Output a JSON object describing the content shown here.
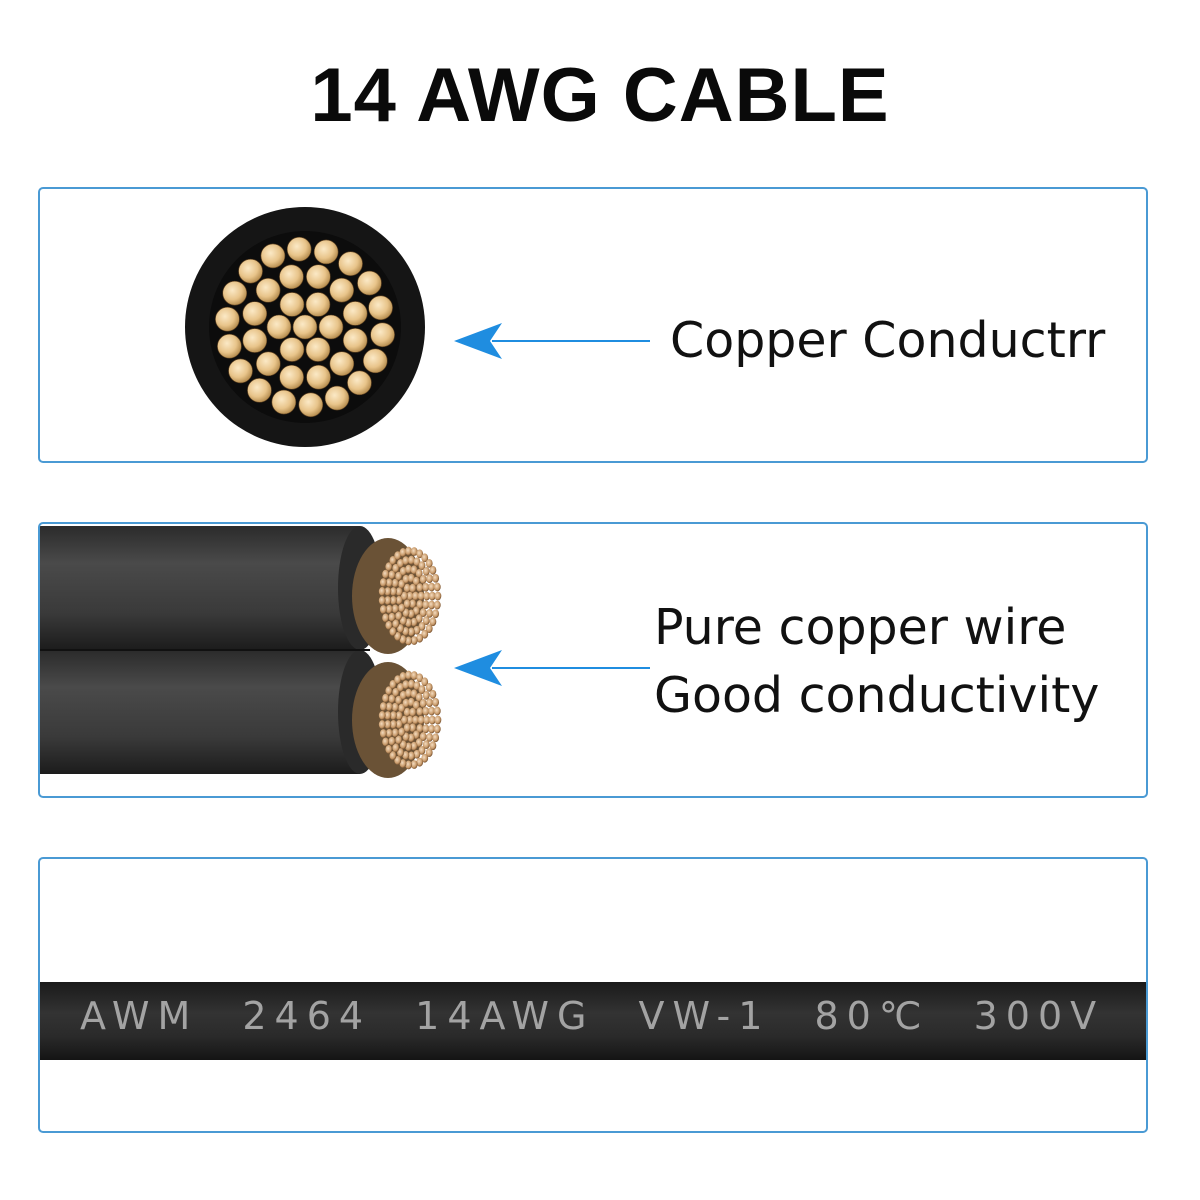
{
  "title": "14 AWG CABLE",
  "panels": [
    {
      "label_lines": [
        "Copper Conductrr"
      ]
    },
    {
      "label_lines": [
        "Pure copper wire",
        "Good conductivity"
      ]
    },
    {
      "print_text": "AWM 2464 14AWG VW-1 80℃ 300V"
    }
  ],
  "colors": {
    "accent": "#1f8de0",
    "panel_border": "#4a9ad4",
    "jacket": "#1a1a1a",
    "copper": "#e8c48a"
  },
  "icons": [
    "arrow-left-icon",
    "cable-cross-section-icon",
    "stranded-wire-icon"
  ]
}
